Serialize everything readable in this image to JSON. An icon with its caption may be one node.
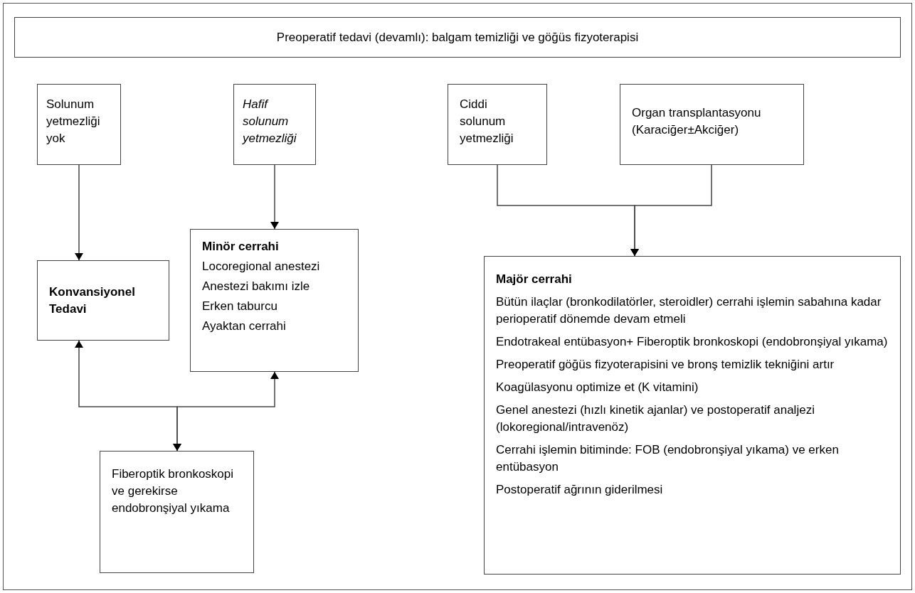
{
  "diagram": {
    "nodes": [
      {
        "text": [
          "Preoperatif tedavi (devamlı): balgam temizliği ve göğüs fizyoterapisi"
        ]
      },
      {
        "text": [
          "Solunum yetmezliği yok"
        ]
      },
      {
        "text": [
          "Hafif solunum yetmezliği"
        ]
      },
      {
        "text": [
          "Ciddi solunum yetmezliği"
        ]
      },
      {
        "text": [
          "Organ transplantasyonu (Karaciğer±Akciğer)"
        ]
      },
      {
        "text": [
          "Konvansiyonel Tedavi"
        ]
      },
      {
        "text": [
          "Minör cerrahi",
          "Locoregional anestezi",
          "Anestezi bakımı izle",
          "Erken taburcu",
          "Ayaktan cerrahi"
        ]
      },
      {
        "text": [
          "Majör cerrahi",
          "Bütün ilaçlar (bronkodilatörler, steroidler) cerrahi işlemin sabahına kadar perioperatif dönemde devam etmeli",
          "Endotrakeal entübasyon+ Fiberoptik bronkoskopi (endobronşiyal yıkama)",
          "Preoperatif göğüs fizyoterapisini ve bronş temizlik tekniğini artır",
          "Koagülasyonu optimize et (K vitamini)",
          "Genel anestezi (hızlı kinetik ajanlar) ve postoperatif analjezi (lokoregional/intravenöz)",
          "Cerrahi işlemin bitiminde: FOB (endobronşiyal yıkama) ve erken entübasyon",
          "Postoperatif ağrının giderilmesi"
        ]
      },
      {
        "text": [
          "Fiberoptik bronkoskopi ve gerekirse endobronşiyal yıkama"
        ]
      }
    ],
    "edges": [
      {
        "from": 1,
        "to": 5,
        "arrow": "to"
      },
      {
        "from": 2,
        "to": 6,
        "arrow": "to"
      },
      {
        "from": 3,
        "to": 7,
        "arrow": "to"
      },
      {
        "from": 4,
        "to": 7,
        "arrow": "to"
      },
      {
        "from": 5,
        "to": 8,
        "arrow": "both"
      },
      {
        "from": 6,
        "to": 8,
        "arrow": "both"
      }
    ]
  }
}
